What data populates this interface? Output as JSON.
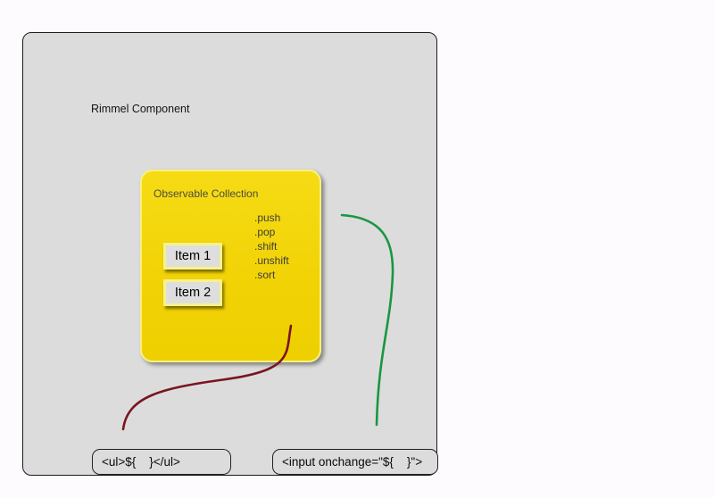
{
  "page": {
    "background": "#fdfbfd"
  },
  "component": {
    "title": "Rimmel Component",
    "fill": "#dcdcdc",
    "border_color": "#1c1c1c"
  },
  "collection": {
    "title": "Observable Collection",
    "fill": "#f1d306",
    "border_color": "#f8f17e",
    "methods": [
      ".push",
      ".pop",
      ".shift",
      ".unshift",
      ".sort"
    ],
    "items": [
      {
        "label": "Item 1"
      },
      {
        "label": "Item 2"
      }
    ]
  },
  "sinks": {
    "ul_code": "<ul>${    }</ul>",
    "input_code": "<input onchange=\"${    }\">",
    "ul_arrow_color": "#7a1420",
    "input_arrow_color": "#1a9641"
  }
}
